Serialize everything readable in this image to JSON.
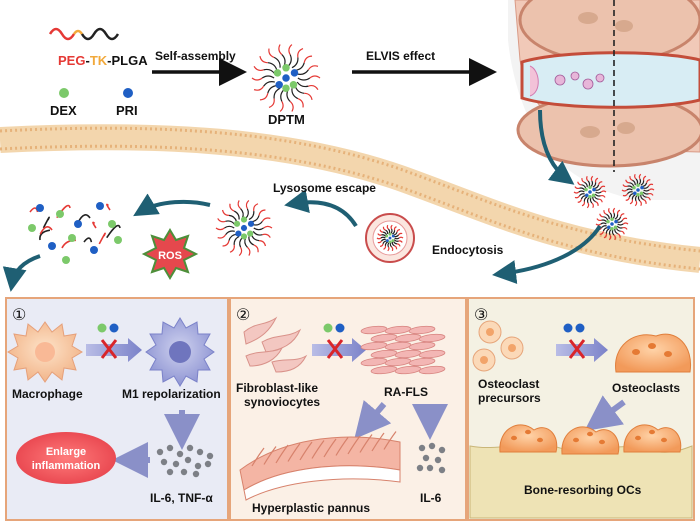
{
  "top": {
    "polymer_parts": [
      "PEG",
      "-",
      "TK",
      "-",
      "PLGA"
    ],
    "dex": "DEX",
    "pri": "PRI",
    "self_assembly": "Self-assembly",
    "dptm": "DPTM",
    "elvis": "ELVIS effect",
    "lysosome_escape": "Lysosome escape",
    "ros": "ROS",
    "endocytosis": "Endocytosis"
  },
  "panel1": {
    "number": "①",
    "macrophage": "Macrophage",
    "m1": "M1 repolarization",
    "enlarge": [
      "Enlarge",
      "inflammation"
    ],
    "cytokines": "IL-6, TNF-α"
  },
  "panel2": {
    "number": "②",
    "fls": [
      "Fibroblast-like",
      "synoviocytes"
    ],
    "rafls": "RA-FLS",
    "pannus": "Hyperplastic pannus",
    "il6": "IL-6"
  },
  "panel3": {
    "number": "③",
    "precursors": [
      "Osteoclast",
      "precursors"
    ],
    "osteoclasts": "Osteoclasts",
    "bone": "Bone-resorbing OCs"
  },
  "colors": {
    "peg": "#e53935",
    "tk": "#f2a93b",
    "plga": "#222222",
    "dex": "#7cc96a",
    "pri": "#1f5fc4",
    "arrow": "#1f5f73",
    "panel1_bg": "#e9ebf5",
    "panel2_bg": "#fbf0e6",
    "panel3_bg": "#f4f1e3",
    "panel_border": "#e6a57a"
  }
}
